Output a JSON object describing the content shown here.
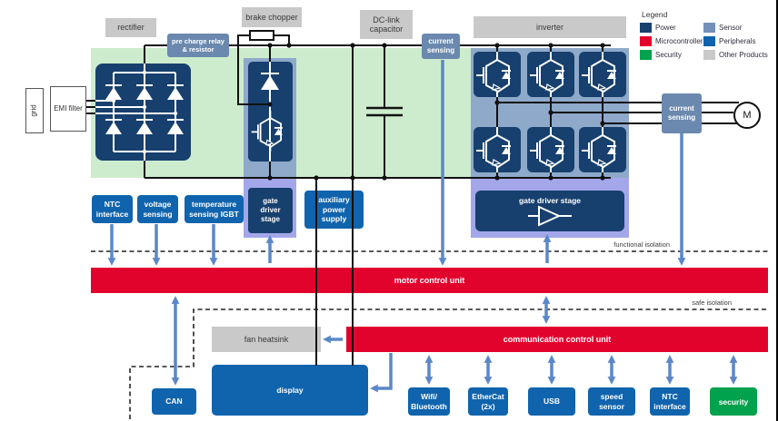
{
  "legend": {
    "title": "Legend",
    "items": [
      {
        "label": "Power",
        "color": "#17406e"
      },
      {
        "label": "Microcontroller",
        "color": "#e2032d"
      },
      {
        "label": "Security",
        "color": "#00a24d"
      },
      {
        "label": "Sensor",
        "color": "#7590b6"
      },
      {
        "label": "Peripherals",
        "color": "#1064ad"
      },
      {
        "label": "Other Products",
        "color": "#c9c9c9"
      }
    ]
  },
  "top_labels": {
    "rectifier": "rectifier",
    "brake_chopper": "brake chopper",
    "dc_link_capacitor": "DC-link capacitor",
    "inverter": "inverter"
  },
  "power_stage": {
    "grid": "grid",
    "emi_filter": "EMI filter",
    "pre_charge": "pre charge relay & resistor",
    "current_sensing_dc": "current sensing",
    "current_sensing_motor": "current sensing",
    "motor": "M",
    "gate_driver_brake": "gate driver stage",
    "gate_driver_inverter": "gate driver stage",
    "aux_power": "auxiliary power supply"
  },
  "sensing": {
    "ntc_interface": "NTC interface",
    "voltage_sensing": "voltage sensing",
    "temperature_sensing_igbt": "temperature sensing IGBT"
  },
  "control": {
    "motor_control_unit": "motor control unit",
    "communication_control_unit": "communication control unit",
    "functional_isolation": "functional isolation",
    "safe_isolation": "safe isolation"
  },
  "peripherals": {
    "fan_heatsink": "fan heatsink",
    "can": "CAN",
    "display": "display",
    "wifi_bluetooth": "Wifi/ Bluetooth",
    "ethercat": "EtherCat (2x)",
    "usb": "USB",
    "speed_sensor": "speed sensor",
    "ntc_interface": "NTC interface",
    "security": "security"
  },
  "colors": {
    "background_power_section": "#cdeccd",
    "inverter_section": "#8ea9c9",
    "gate_driver_band": "#a3a7ea",
    "arrow_blue": "#5b87c8",
    "wire_black": "#111111"
  }
}
